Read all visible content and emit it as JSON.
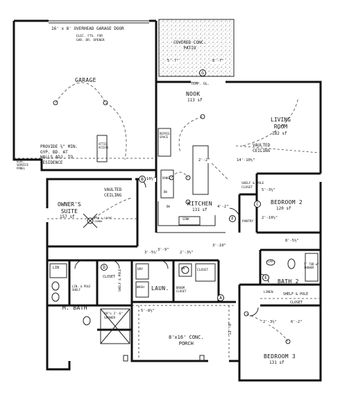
{
  "rooms": {
    "garage": {
      "name": "GARAGE"
    },
    "patio": {
      "name": "COVERED CONC.\nPATIO"
    },
    "nook": {
      "name": "NOOK",
      "area": "113 sf"
    },
    "living": {
      "name": "LIVING\nROOM",
      "area": "182 sf"
    },
    "kitchen": {
      "name": "KITCHEN",
      "area": "131 sf"
    },
    "owners": {
      "name": "OWNER'S\nSUITE",
      "area": "157 sf"
    },
    "bed2": {
      "name": "BEDROOM 2",
      "area": "120 sf"
    },
    "bed3": {
      "name": "BEDROOM 3",
      "area": "131 sf"
    },
    "mbath": {
      "name": "M. BATH"
    },
    "bath2": {
      "name": "BATH 2"
    },
    "laun": {
      "name": "LAUN."
    },
    "porch": {
      "name": "8'x16' CONC.\nPORCH"
    }
  },
  "notes": {
    "garage_door": "16' x 8' OVERHEAD GARAGE DOOR",
    "garage_door_sub": "ELEC. FTG. FOR\nGAR. DR. OPENER",
    "gyp": "PROVIDE ⅝\" MIN.\nGYP. BD. AT\nWALLS ADJ. TO\nRESIDENCE",
    "elec_panel": "ELEC.\nSERVICE\nPANEL",
    "attic": "ATTIC\nACCESS",
    "vaulted_living": "VAULTED\nCEILING",
    "vaulted_owner": "VAULTED\nCEILING",
    "temp_gl": "TEMP. GL.",
    "refrig": "REFRIG.\nSPACE",
    "range": "RANGE",
    "dw": "DW",
    "sink": "SINK",
    "pantry": "PANTRY",
    "closet_bed2": "SHELF & POLE\nCLOSET",
    "closet_bed3": "SHELF & POLE",
    "closet_bed3_b": "CLOSET",
    "closet_m": "CLOSET",
    "shelf_pole_m": "SHELF & POLE",
    "shelf_pole_m2": "LIN. & POLE\nSHELF",
    "linen": "LIN",
    "linen2": "LINEN",
    "dry": "DRY",
    "wash": "WASH",
    "shower_m": "48\"x 2'-6\"\nSHOWER",
    "shower_2": "5' TUB w/\nSHOWER",
    "lav": "LAV.",
    "wh": "WH",
    "closet_hall": "CLOSET",
    "fan_light": "FAN / LIGHT\nCOMBO",
    "broom": "BROOM\nCLOSET",
    "dw2": "DW"
  },
  "dims": {
    "patio_l": "5'-7\"",
    "patio_r": "8'-7\"",
    "nook_w": "2'-2\"",
    "liv_w": "14'-10½\"",
    "own_w": "3'-10½\"",
    "kit_w": "4'-2\"",
    "bed2_a": "5'-3½\"",
    "bed2_b": "2'-10½\"",
    "bed2_c": "8'-5½\"",
    "hall_a": "3'-10\"",
    "hall_b": "2'-3½\"",
    "hall_c": "3'-5½\"",
    "porch_a": "5'-8½\"",
    "porch_b": "12'-0\"",
    "bed3_a": "2'-3½\"",
    "bed3_b": "6'-2\"",
    "lau_a": "3'-9\""
  },
  "tags": [
    "A",
    "B",
    "C",
    "D",
    "E",
    "F",
    "G"
  ]
}
